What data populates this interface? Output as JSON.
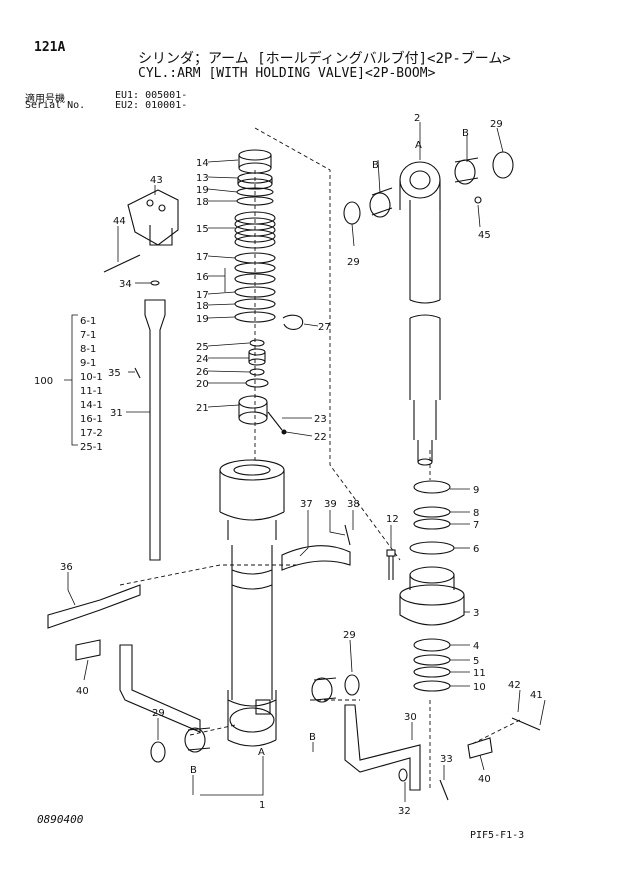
{
  "header": {
    "page_id": "121A",
    "title_jp": "シリンダ；アーム [ホールディングバルブ付]<2P-ブーム>",
    "title_en": "CYL.:ARM [WITH HOLDING VALVE]<2P-BOOM>",
    "serial_label_jp": "適用号機",
    "serial_label_en": "Serial No.",
    "eu1": "EU1: 005001-",
    "eu2": "EU2: 010001-"
  },
  "footer": {
    "doc_code": "0890400",
    "fig_code": "PIF5-F1-3"
  },
  "callouts": {
    "c1": "1",
    "c2": "2",
    "c3": "3",
    "c4": "4",
    "c5": "5",
    "c6": "6",
    "c7": "7",
    "c8": "8",
    "c9": "9",
    "c10": "10",
    "c11": "11",
    "c12": "12",
    "c13": "13",
    "c14": "14",
    "c15": "15",
    "c16": "16",
    "c17a": "17",
    "c17b": "17",
    "c18a": "18",
    "c18b": "18",
    "c19a": "19",
    "c19b": "19",
    "c20": "20",
    "c21": "21",
    "c22": "22",
    "c23": "23",
    "c24": "24",
    "c25": "25",
    "c26": "26",
    "c27": "27",
    "c29a": "29",
    "c29b": "29",
    "c29c": "29",
    "c29d": "29",
    "c30": "30",
    "c31": "31",
    "c32": "32",
    "c33": "33",
    "c34": "34",
    "c35": "35",
    "c36": "36",
    "c37": "37",
    "c38": "38",
    "c39": "39",
    "c40a": "40",
    "c40b": "40",
    "c41": "41",
    "c42": "42",
    "c43": "43",
    "c44": "44",
    "c45": "45",
    "A": "A",
    "B": "B"
  },
  "kit100": {
    "label": "100",
    "items": [
      "6-1",
      "7-1",
      "8-1",
      "9-1",
      "10-1",
      "11-1",
      "14-1",
      "16-1",
      "17-2",
      "25-1"
    ]
  }
}
